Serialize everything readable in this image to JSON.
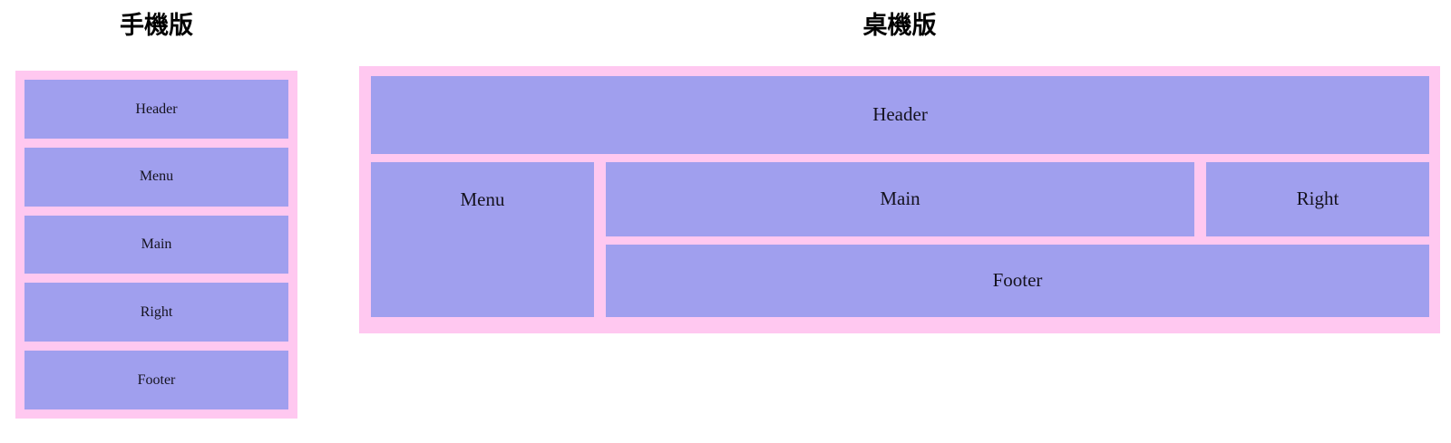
{
  "palette": {
    "container_pink": "#ffc8f0",
    "block_purple": "#a09fee",
    "block_text": "#15131f",
    "title_text": "#000000",
    "page_background": "#ffffff"
  },
  "mobile": {
    "title": "手機版",
    "blocks": [
      {
        "label": "Header"
      },
      {
        "label": "Menu"
      },
      {
        "label": "Main"
      },
      {
        "label": "Right"
      },
      {
        "label": "Footer"
      }
    ]
  },
  "desktop": {
    "title": "桌機版",
    "blocks": {
      "header": {
        "label": "Header"
      },
      "menu": {
        "label": "Menu"
      },
      "main": {
        "label": "Main"
      },
      "right": {
        "label": "Right"
      },
      "footer": {
        "label": "Footer"
      }
    }
  }
}
